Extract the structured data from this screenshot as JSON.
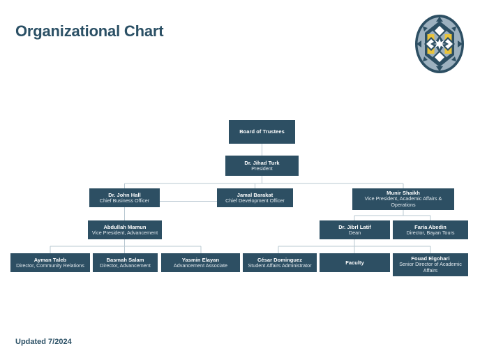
{
  "header": {
    "title": "Organizational Chart",
    "logo_name": "bayan-medallion-logo"
  },
  "footer": {
    "updated": "Updated 7/2024"
  },
  "colors": {
    "node_fill": "#2d4f63",
    "title_text": "#2b5065",
    "connector": "#b9c8d2",
    "logo_dark": "#2d4f63",
    "logo_light": "#9db1bf",
    "logo_accent": "#e8c33c",
    "logo_white": "#ffffff",
    "page_background": "#ffffff"
  },
  "chart_data": {
    "type": "diagram",
    "title": "Organizational Chart",
    "nodes": [
      {
        "id": "board",
        "name": "Board of Trustees",
        "title": ""
      },
      {
        "id": "president",
        "name": "Dr. Jihad Turk",
        "title": "President"
      },
      {
        "id": "johnhall",
        "name": "Dr. John Hall",
        "title": "Chief Business Officer"
      },
      {
        "id": "jamal",
        "name": "Jamal Barakat",
        "title": "Chief Development Officer"
      },
      {
        "id": "munir",
        "name": "Munir Shaikh",
        "title": "Vice President, Academic Affairs & Operations"
      },
      {
        "id": "abdullah",
        "name": "Abdullah Mamun",
        "title": "Vice President, Advancement"
      },
      {
        "id": "jibrl",
        "name": "Dr. Jibrl Latif",
        "title": "Dean"
      },
      {
        "id": "faria",
        "name": "Faria Abedin",
        "title": "Director, Bayan Tours"
      },
      {
        "id": "ayman",
        "name": "Ayman Taleb",
        "title": "Director, Community Relations"
      },
      {
        "id": "basmah",
        "name": "Basmah Salam",
        "title": "Director, Advancement"
      },
      {
        "id": "yasmin",
        "name": "Yasmin Elayan",
        "title": "Advancement Associate"
      },
      {
        "id": "cesar",
        "name": "César Dominguez",
        "title": "Student Affairs Administrator"
      },
      {
        "id": "faculty",
        "name": "Faculty",
        "title": ""
      },
      {
        "id": "fouad",
        "name": "Fouad Elgohari",
        "title": "Senior Director of Academic Affairs"
      }
    ],
    "edges": [
      {
        "from": "board",
        "to": "president"
      },
      {
        "from": "president",
        "to": "johnhall"
      },
      {
        "from": "president",
        "to": "jamal"
      },
      {
        "from": "president",
        "to": "munir"
      },
      {
        "from": "johnhall",
        "to": "jamal"
      },
      {
        "from": "johnhall",
        "to": "abdullah"
      },
      {
        "from": "munir",
        "to": "jibrl"
      },
      {
        "from": "munir",
        "to": "faria"
      },
      {
        "from": "abdullah",
        "to": "ayman"
      },
      {
        "from": "abdullah",
        "to": "basmah"
      },
      {
        "from": "abdullah",
        "to": "yasmin"
      },
      {
        "from": "jibrl",
        "to": "cesar"
      },
      {
        "from": "jibrl",
        "to": "faculty"
      },
      {
        "from": "jibrl",
        "to": "fouad"
      }
    ]
  }
}
